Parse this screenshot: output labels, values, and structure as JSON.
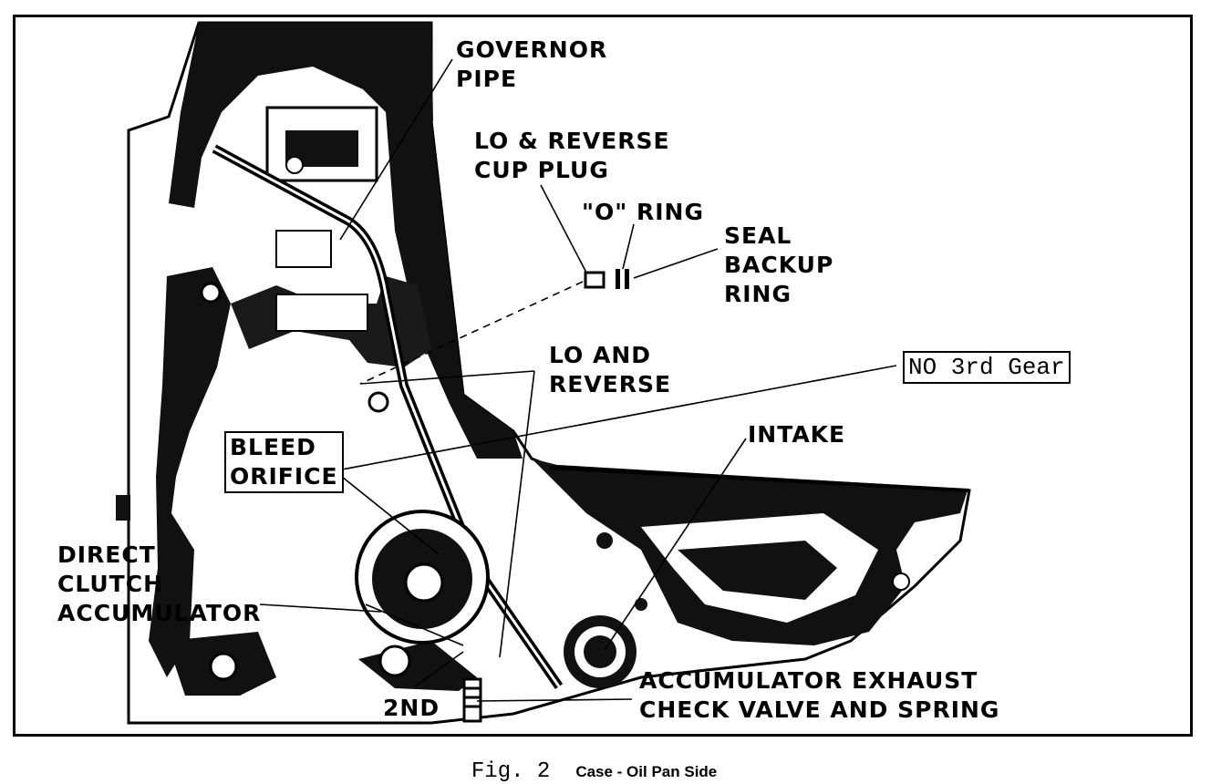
{
  "labels": {
    "governor_pipe": "GOVERNOR\nPIPE",
    "lo_reverse_cup_plug": "LO & REVERSE\nCUP PLUG",
    "o_ring": "\"O\" RING",
    "seal_backup_ring": "SEAL\nBACKUP\nRING",
    "lo_and_reverse": "LO AND\nREVERSE",
    "no_3rd_gear": "NO 3rd Gear",
    "bleed_orifice": "BLEED\nORIFICE",
    "intake": "INTAKE",
    "direct_clutch_accumulator": "DIRECT\nCLUTCH\nACCUMULATOR",
    "second": "2ND",
    "accumulator_exhaust": "ACCUMULATOR EXHAUST\nCHECK VALVE AND SPRING"
  },
  "caption": {
    "figure": "Fig. 2",
    "title": "Case - Oil Pan Side"
  }
}
